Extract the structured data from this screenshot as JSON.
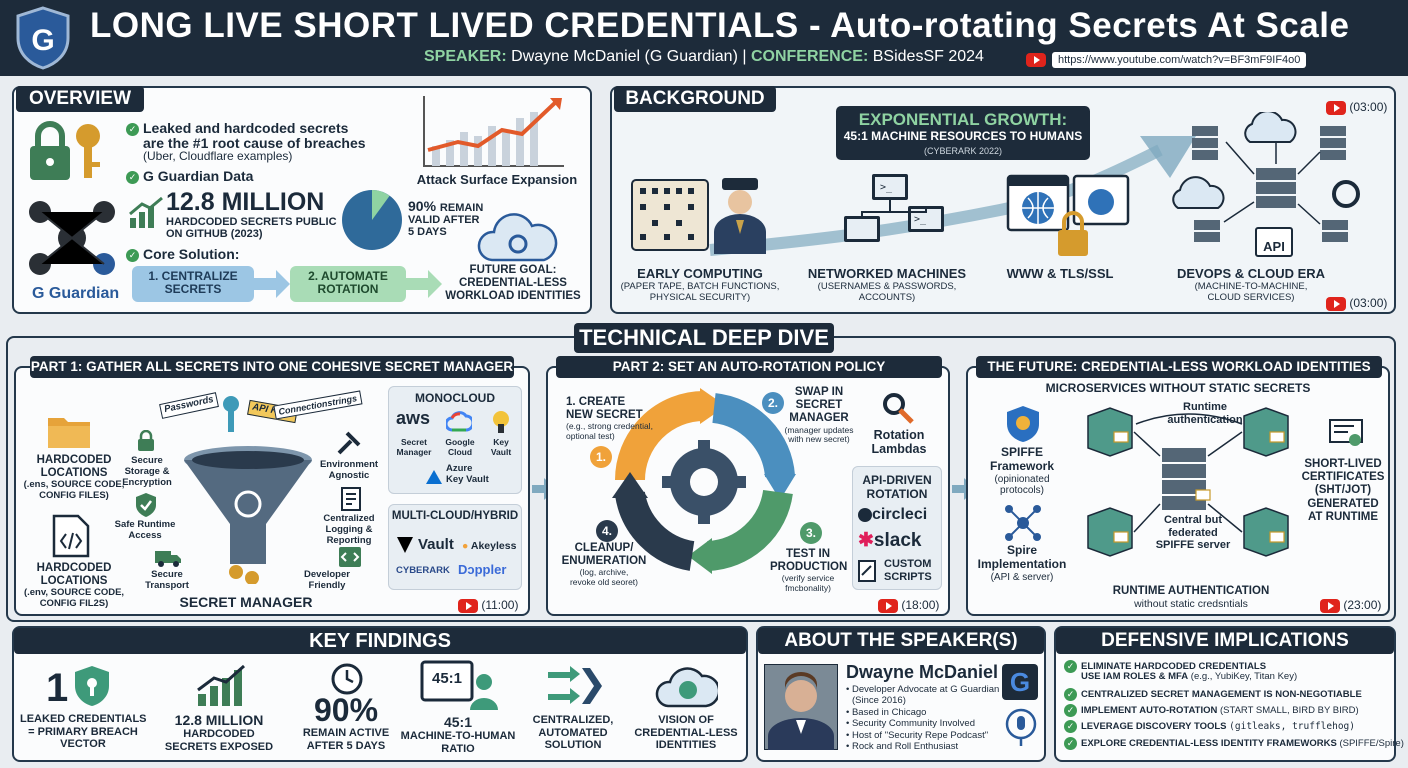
{
  "header": {
    "title": "LONG LIVE SHORT LIVED CREDENTIALS - Auto-rotating Secrets At Scale",
    "speaker_key": "SPEAKER:",
    "speaker": "Dwayne McDaniel (G Guardian)",
    "sep": "|",
    "conf_key": "CONFERENCE:",
    "conference": "BSidesSF 2024",
    "url": "https://www.youtube.com/watch?v=BF3mF9IF4o0",
    "logo_letter": "G"
  },
  "overview": {
    "tag": "OVERVIEW",
    "b1_title": "Leaked and hardcoded secrets",
    "b1_title2": "are the #1 root cause of breaches",
    "b1_sub": "(Uber, Cloudflare examples)",
    "b2": "G Guardian Data",
    "stat": "12.8 MILLION",
    "stat_sub1": "HARDCODED SECRETS PUBLIC",
    "stat_sub2": "ON GITHUB (2023)",
    "pct": "90%",
    "pct_tail": "REMAIN",
    "pct_sub1": "VALID AFTER",
    "pct_sub2": "5 DAYS",
    "attack": "Attack Surface Expansion",
    "core": "Core Solution:",
    "step1a": "1. CENTRALIZE",
    "step1b": "SECRETS",
    "step2a": "2. AUTOMATE",
    "step2b": "ROTATION",
    "goal1": "FUTURE GOAL:",
    "goal2": "CREDENTIAL-LESS",
    "goal3": "WORKLOAD IDENTITIES",
    "brand": "G Guardian",
    "pie_fraction": 0.9
  },
  "background": {
    "tag": "BACKGROUND",
    "time1": "(03:00)",
    "time2": "(03:00)",
    "growth1": "EXPONENTIAL GROWTH:",
    "growth2": "45:1 MACHINE RESOURCES TO HUMANS",
    "growth3": "(CYBERARK 2022)",
    "eras": [
      {
        "t": "EARLY COMPUTING",
        "s1": "(PAPER TAPE, BATCH FUNCTIONS,",
        "s2": "PHYSICAL SECURITY)"
      },
      {
        "t": "NETWORKED MACHINES",
        "s1": "(USERNAMES & PASSWORDS,",
        "s2": "ACCOUNTS)"
      },
      {
        "t": "WWW & TLS/SSL",
        "s1": "",
        "s2": ""
      },
      {
        "t": "DEVOPS & CLOUD ERA",
        "s1": "(MACHINE-TO-MACHINE,",
        "s2": "CLOUD SERVICES)"
      }
    ],
    "api": "API"
  },
  "deep": {
    "title": "TECHNICAL DEEP DIVE"
  },
  "part1": {
    "tag": "PART 1: GATHER ALL SECRETS INTO ONE COHESIVE SECRET MANAGER",
    "hc1a": "HARDCODED",
    "hc1b": "LOCATIONS",
    "hc1c": "(.ens, SOURCE CODE,",
    "hc1d": "CONFIG FILES)",
    "hc2a": "HARDCODED",
    "hc2b": "LOCATIONS",
    "hc2c": "(.env, SOURCE CODE,",
    "hc2d": "CONFIG FIL2S)",
    "f1a": "Secure",
    "f1b": "Storage &",
    "f1c": "Encryption",
    "f2a": "Safe Runtime",
    "f2b": "Access",
    "f3a": "Secure",
    "f3b": "Transport",
    "e1a": "Environment",
    "e1b": "Agnostic",
    "e2a": "Centralized",
    "e2b": "Logging &",
    "e2c": "Reporting",
    "e3a": "Developer",
    "e3b": "Friendly",
    "sm": "SECRET MANAGER",
    "keys": [
      "Passwords",
      "API Keys",
      "Connectionstrings"
    ],
    "mono": "MONOCLOUD",
    "aws": "aws",
    "aws_l1": "Secret",
    "aws_l2": "Manager",
    "g_l1": "Google",
    "g_l2": "Cloud",
    "k_l1": "Key",
    "k_l2": "Vault",
    "az_l1": "Azure",
    "az_l2": "Key Vault",
    "multi": "MULTI-CLOUD/HYBRID",
    "vault": "Vault",
    "akeyless": "Akeyless",
    "cyberark": "CYBERARK",
    "doppler": "Dɔppler",
    "time": "(11:00)"
  },
  "part2": {
    "tag": "PART 2: SET AN AUTO-ROTATION POLICY",
    "s1a": "1. CREATE",
    "s1b": "NEW SECRET",
    "s1c": "(e.g., strong credential,",
    "s1d": "optional test)",
    "n1": "1.",
    "s2a": "SWAP IN",
    "s2b": "SECRET",
    "s2c": "MANAGER",
    "s2d": "(manager updates",
    "s2e": "with new secret)",
    "n2": "2.",
    "s3a": "TEST IN",
    "s3b": "PRODUCTION",
    "s3c": "(verify service",
    "s3d": "fmcbonality)",
    "n3": "3.",
    "s4a": "CLEANUP/",
    "s4b": "ENUMERATION",
    "s4c": "(log, archive,",
    "s4d": "revoke old seoret)",
    "n4": "4.",
    "rot1": "Rotation",
    "rot2": "Lambdas",
    "api1": "API-DRIVEN",
    "api2": "ROTATION",
    "circle": "circleci",
    "slack": "slack",
    "cs1": "CUSTOM",
    "cs2": "SCRIPTS",
    "time": "(18:00)"
  },
  "future": {
    "tag": "THE FUTURE: CREDENTIAL-LESS WORKLOAD IDENTITIES",
    "micro": "MICROSERVICES WITHOUT STATIC SECRETS",
    "rt1": "Runtime",
    "rt2": "authentication",
    "sp1": "SPIFFE",
    "sp2": "Framework",
    "sp3": "(opinionated",
    "sp4": "protocols)",
    "spire1": "Spire",
    "spire2": "Implementation",
    "spire3": "(API & server)",
    "cs1": "Central but",
    "cs2": "federated",
    "cs3": "SPIFFE server",
    "sl1": "SHORT-LIVED",
    "sl2": "CERTIFICATES",
    "sl3": "(SHT/JOT)",
    "sl4": "GENERATED",
    "sl5": "AT RUNTIME",
    "ra1": "RUNTIME AUTHENTICATION",
    "ra2": "without static credsntials",
    "time": "(23:00)"
  },
  "findings": {
    "tag": "KEY FINDINGS",
    "items": [
      {
        "big": "1",
        "l1": "LEAKED CREDENTIALS",
        "l2": "= PRIMARY BREACH",
        "l3": "VECTOR"
      },
      {
        "big": "",
        "l1": "12.8 MILLION",
        "l2": "HARDCODED",
        "l3": "SECRETS EXPOSED"
      },
      {
        "big": "90%",
        "l1": "REMAIN ACTIVE",
        "l2": "AFTER 5 DAYS",
        "l3": ""
      },
      {
        "big": "45:1",
        "l1": "45:1",
        "l2": "MACHINE-TO-HUMAN",
        "l3": "RATIO"
      },
      {
        "big": "",
        "l1": "CENTRALIZED,",
        "l2": "AUTOMATED",
        "l3": "SOLUTION"
      },
      {
        "big": "",
        "l1": "VISION OF",
        "l2": "CREDENTIAL-LESS",
        "l3": "IDENTITIES"
      }
    ]
  },
  "speaker": {
    "tag": "ABOUT THE SPEAKER(S)",
    "name": "Dwayne McDaniel",
    "bullets": [
      "• Developer Advocate at G Guardian",
      "  (Since 2016)",
      "• Based in Chicago",
      "• Security Community Involved",
      "• Host of \"Security Repe Podcast\"",
      "• Rock and Roll Enthusiast"
    ],
    "logo": "G"
  },
  "defense": {
    "tag": "DEFENSIVE IMPLICATIONS",
    "items": [
      {
        "b": "ELIMINATE HARDCODED CREDENTIALS",
        "b2": "USE IAM ROLES & MFA",
        "n": "(e.g., YubiKey, Titan Key)"
      },
      {
        "b": "CENTRALIZED SECRET MANAGEMENT IS NON-NEGOTIABLE",
        "b2": "",
        "n": ""
      },
      {
        "b": "IMPLEMENT AUTO-ROTATION",
        "b2": "",
        "n": "(START SMALL, BIRD BY BIRD)"
      },
      {
        "b": "LEVERAGE DISCOVERY TOOLS",
        "b2": "",
        "n": "(gitleaks, trufflehog)"
      },
      {
        "b": "EXPLORE CREDENTIAL-LESS IDENTITY FRAMEWORKS",
        "b2": "",
        "n": "(SPIFFE/Spire)"
      }
    ]
  }
}
